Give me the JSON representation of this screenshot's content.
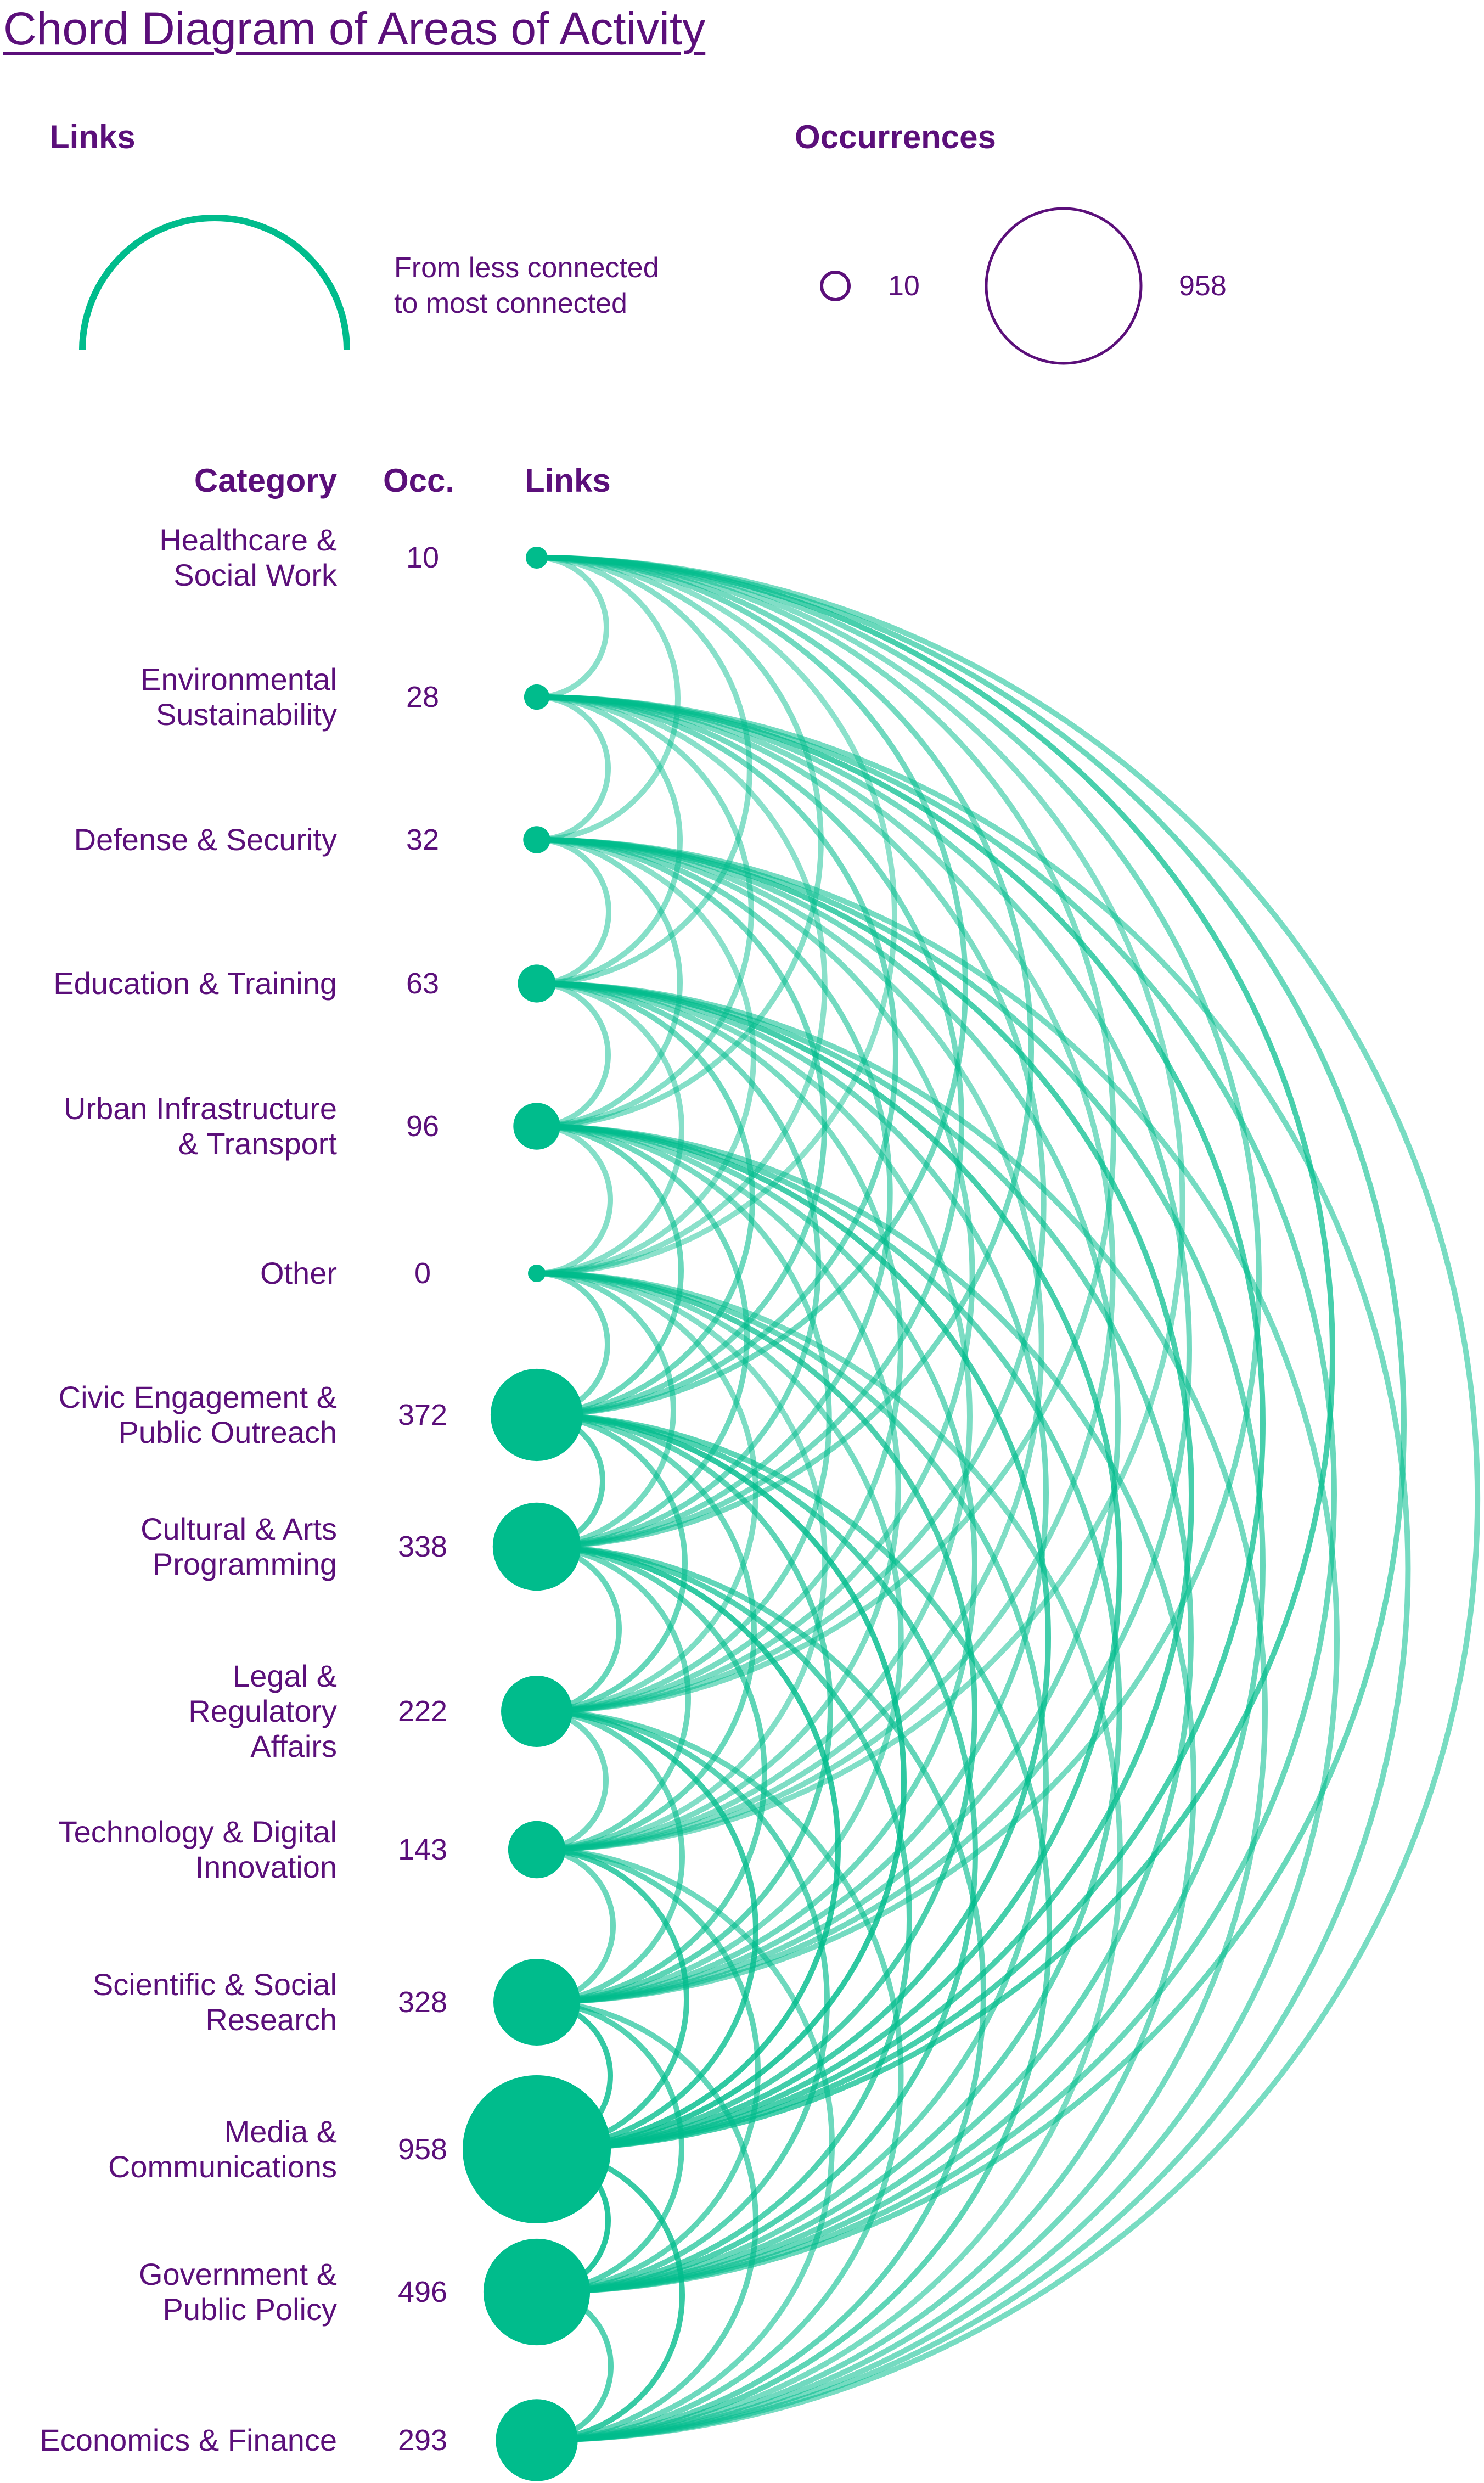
{
  "title": "Chord Diagram of Areas of Activity",
  "legend": {
    "links_heading": "Links",
    "links_description_line1": "From less connected",
    "links_description_line2": "to most connected",
    "occurrences_heading": "Occurrences",
    "occurrence_min_label": "10",
    "occurrence_max_label": "958"
  },
  "table_headers": {
    "category": "Category",
    "occurrences": "Occ.",
    "links": "Links"
  },
  "colors": {
    "accent": "#00bc8c",
    "text": "#5b0f7a",
    "link_light": "#7fdcc3"
  },
  "chart_data": {
    "type": "arc-diagram",
    "nodes": [
      {
        "label": "Healthcare &\nSocial Work",
        "occurrences": 10
      },
      {
        "label": "Environmental\nSustainability",
        "occurrences": 28
      },
      {
        "label": "Defense & Security",
        "occurrences": 32
      },
      {
        "label": "Education & Training",
        "occurrences": 63
      },
      {
        "label": "Urban Infrastructure\n& Transport",
        "occurrences": 96
      },
      {
        "label": "Other",
        "occurrences": 0
      },
      {
        "label": "Civic Engagement &\nPublic Outreach",
        "occurrences": 372
      },
      {
        "label": "Cultural & Arts\nProgramming",
        "occurrences": 338
      },
      {
        "label": "Legal &\nRegulatory\nAffairs",
        "occurrences": 222
      },
      {
        "label": "Technology & Digital\nInnovation",
        "occurrences": 143
      },
      {
        "label": "Scientific & Social\nResearch",
        "occurrences": 328
      },
      {
        "label": "Media &\nCommunications",
        "occurrences": 958
      },
      {
        "label": "Government &\nPublic Policy",
        "occurrences": 496
      },
      {
        "label": "Economics & Finance",
        "occurrences": 293
      }
    ],
    "links": "all-pairs"
  }
}
